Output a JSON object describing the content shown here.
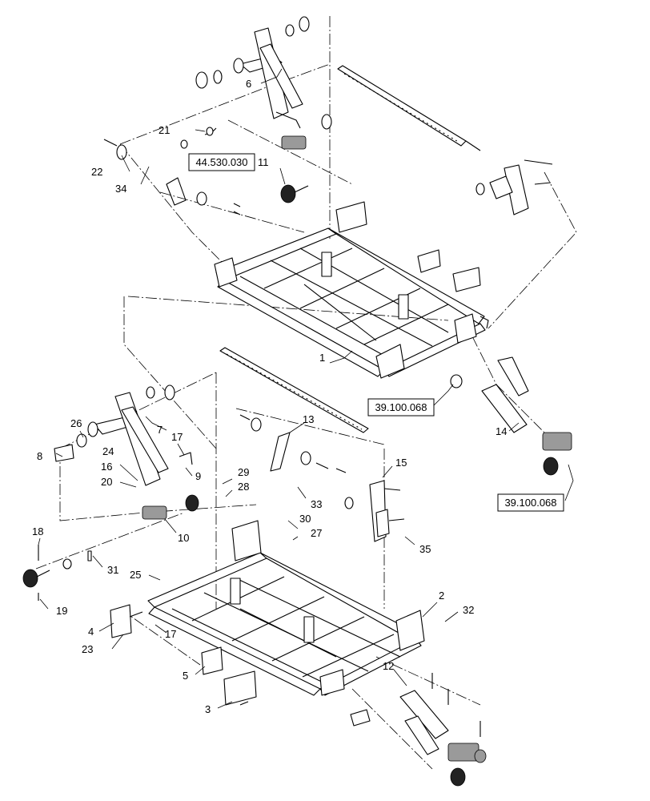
{
  "callouts": {
    "c1": "1",
    "c2": "2",
    "c3": "3",
    "c4": "4",
    "c5": "5",
    "c6": "6",
    "c7": "7",
    "c8": "8",
    "c9": "9",
    "c10": "10",
    "c11": "11",
    "c12": "12",
    "c13": "13",
    "c14": "14",
    "c15": "15",
    "c16": "16",
    "c17a": "17",
    "c17b": "17",
    "c18": "18",
    "c19": "19",
    "c20": "20",
    "c21": "21",
    "c22": "22",
    "c23": "23",
    "c24": "24",
    "c25": "25",
    "c26": "26",
    "c27": "27",
    "c28": "28",
    "c29": "29",
    "c30": "30",
    "c31": "31",
    "c32": "32",
    "c33": "33",
    "c34": "34",
    "c35": "35"
  },
  "references": {
    "ref_top": "44.530.030",
    "ref_mid": "39.100.068",
    "ref_right": "39.100.068"
  }
}
